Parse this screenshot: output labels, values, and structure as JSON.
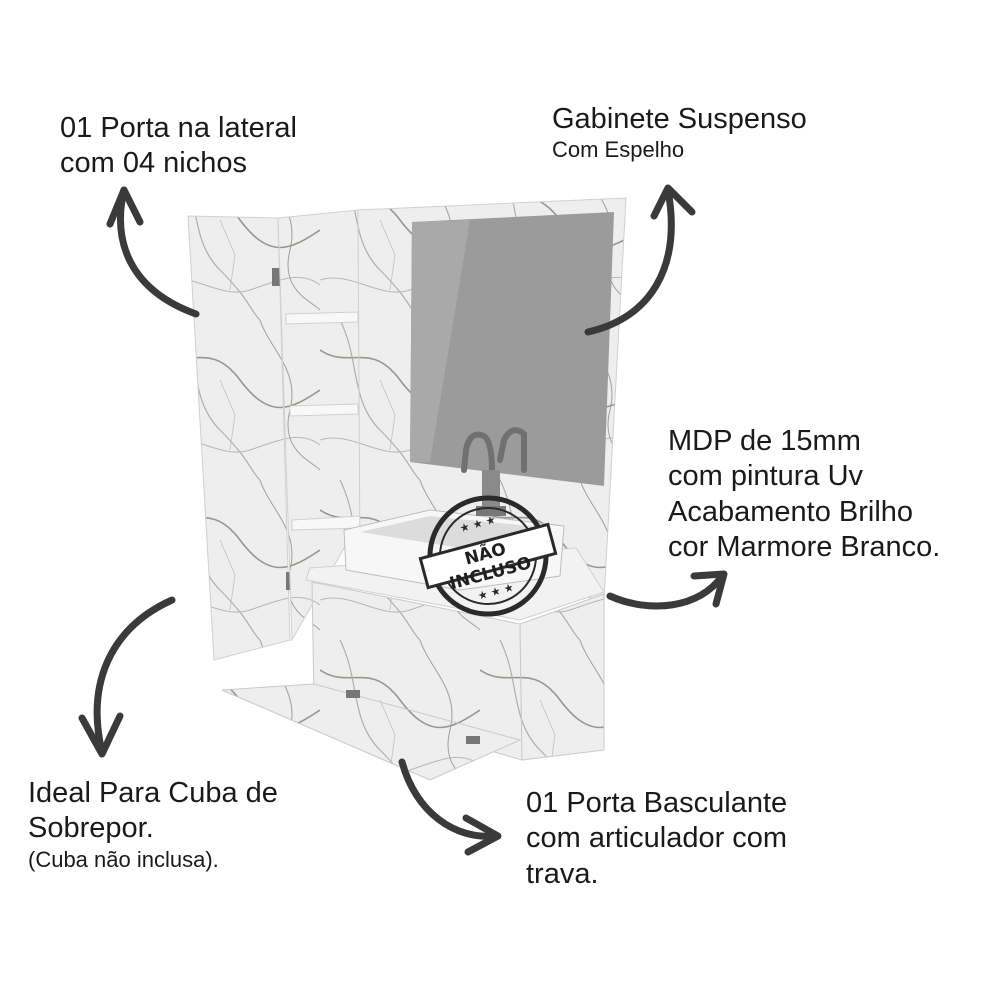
{
  "labels": {
    "side_door": {
      "line1": "01 Porta na lateral",
      "line2": "com 04 nichos"
    },
    "cabinet": {
      "title": "Gabinete Suspenso",
      "subtitle": "Com Espelho"
    },
    "mdp": {
      "line1": "MDP de 15mm",
      "line2": "com pintura Uv",
      "line3": "Acabamento Brilho",
      "line4": "cor Marmore Branco."
    },
    "cuba": {
      "line1": "Ideal Para Cuba de",
      "line2": "Sobrepor.",
      "note": "(Cuba não inclusa)."
    },
    "basculante": {
      "line1": "01 Porta Basculante",
      "line2": "com articulador com",
      "line3": "trava."
    }
  },
  "stamp": {
    "text": "NÃO INCLUSO"
  },
  "colors": {
    "arrow": "#3a3a3a",
    "marble": "#eeeeee",
    "vein": "#9a958f",
    "mirror": "#9b9b9b",
    "text": "#1a1a1a"
  },
  "icons": [
    "curved-arrow-icon",
    "marble-cabinet-illustration",
    "not-included-stamp-icon"
  ]
}
